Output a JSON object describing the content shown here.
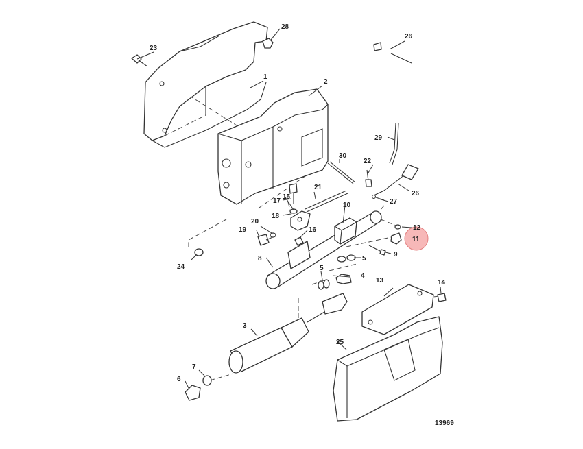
{
  "diagram": {
    "figure_number": "13969",
    "highlight_color": "#f4a9a9",
    "highlighted_part": "11",
    "callouts": [
      {
        "id": "c1",
        "label": "1"
      },
      {
        "id": "c2",
        "label": "2"
      },
      {
        "id": "c3",
        "label": "3"
      },
      {
        "id": "c4",
        "label": "4"
      },
      {
        "id": "c5a",
        "label": "5"
      },
      {
        "id": "c5b",
        "label": "5"
      },
      {
        "id": "c6",
        "label": "6"
      },
      {
        "id": "c7",
        "label": "7"
      },
      {
        "id": "c8",
        "label": "8"
      },
      {
        "id": "c9",
        "label": "9"
      },
      {
        "id": "c10",
        "label": "10"
      },
      {
        "id": "c11",
        "label": "11"
      },
      {
        "id": "c12",
        "label": "12"
      },
      {
        "id": "c13",
        "label": "13"
      },
      {
        "id": "c14",
        "label": "14"
      },
      {
        "id": "c15",
        "label": "15"
      },
      {
        "id": "c16",
        "label": "16"
      },
      {
        "id": "c17",
        "label": "17"
      },
      {
        "id": "c18",
        "label": "18"
      },
      {
        "id": "c19",
        "label": "19"
      },
      {
        "id": "c20",
        "label": "20"
      },
      {
        "id": "c21",
        "label": "21"
      },
      {
        "id": "c22",
        "label": "22"
      },
      {
        "id": "c23",
        "label": "23"
      },
      {
        "id": "c24",
        "label": "24"
      },
      {
        "id": "c25",
        "label": "25"
      },
      {
        "id": "c26a",
        "label": "26"
      },
      {
        "id": "c26b",
        "label": "26"
      },
      {
        "id": "c27",
        "label": "27"
      },
      {
        "id": "c28",
        "label": "28"
      },
      {
        "id": "c29",
        "label": "29"
      },
      {
        "id": "c30",
        "label": "30"
      }
    ]
  }
}
